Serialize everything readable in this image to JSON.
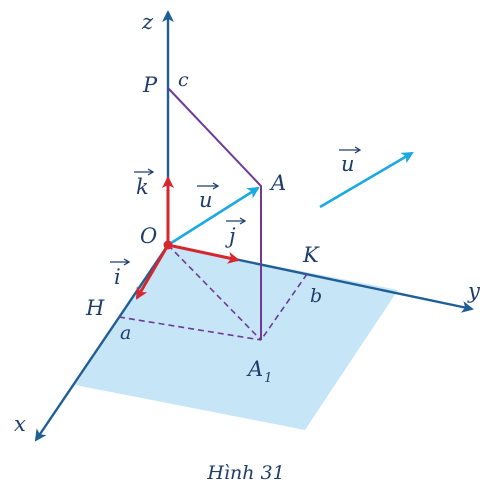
{
  "axes": {
    "x": "x",
    "y": "y",
    "z": "z"
  },
  "points": {
    "O": "O",
    "A": "A",
    "P": "P",
    "H": "H",
    "K": "K",
    "A1_base": "A",
    "A1_sub": "1"
  },
  "coords": {
    "a": "a",
    "b": "b",
    "c": "c"
  },
  "vectors": {
    "i": "i",
    "j": "j",
    "k": "k",
    "u": "u"
  },
  "caption": "Hình 31",
  "colors": {
    "axis": "#1f5f94",
    "plane": "#c6e6f8",
    "unit_vector": "#d6262e",
    "vector_u": "#1aa9e0",
    "projection": "#6e3a96",
    "label": "#1f3d6b"
  }
}
